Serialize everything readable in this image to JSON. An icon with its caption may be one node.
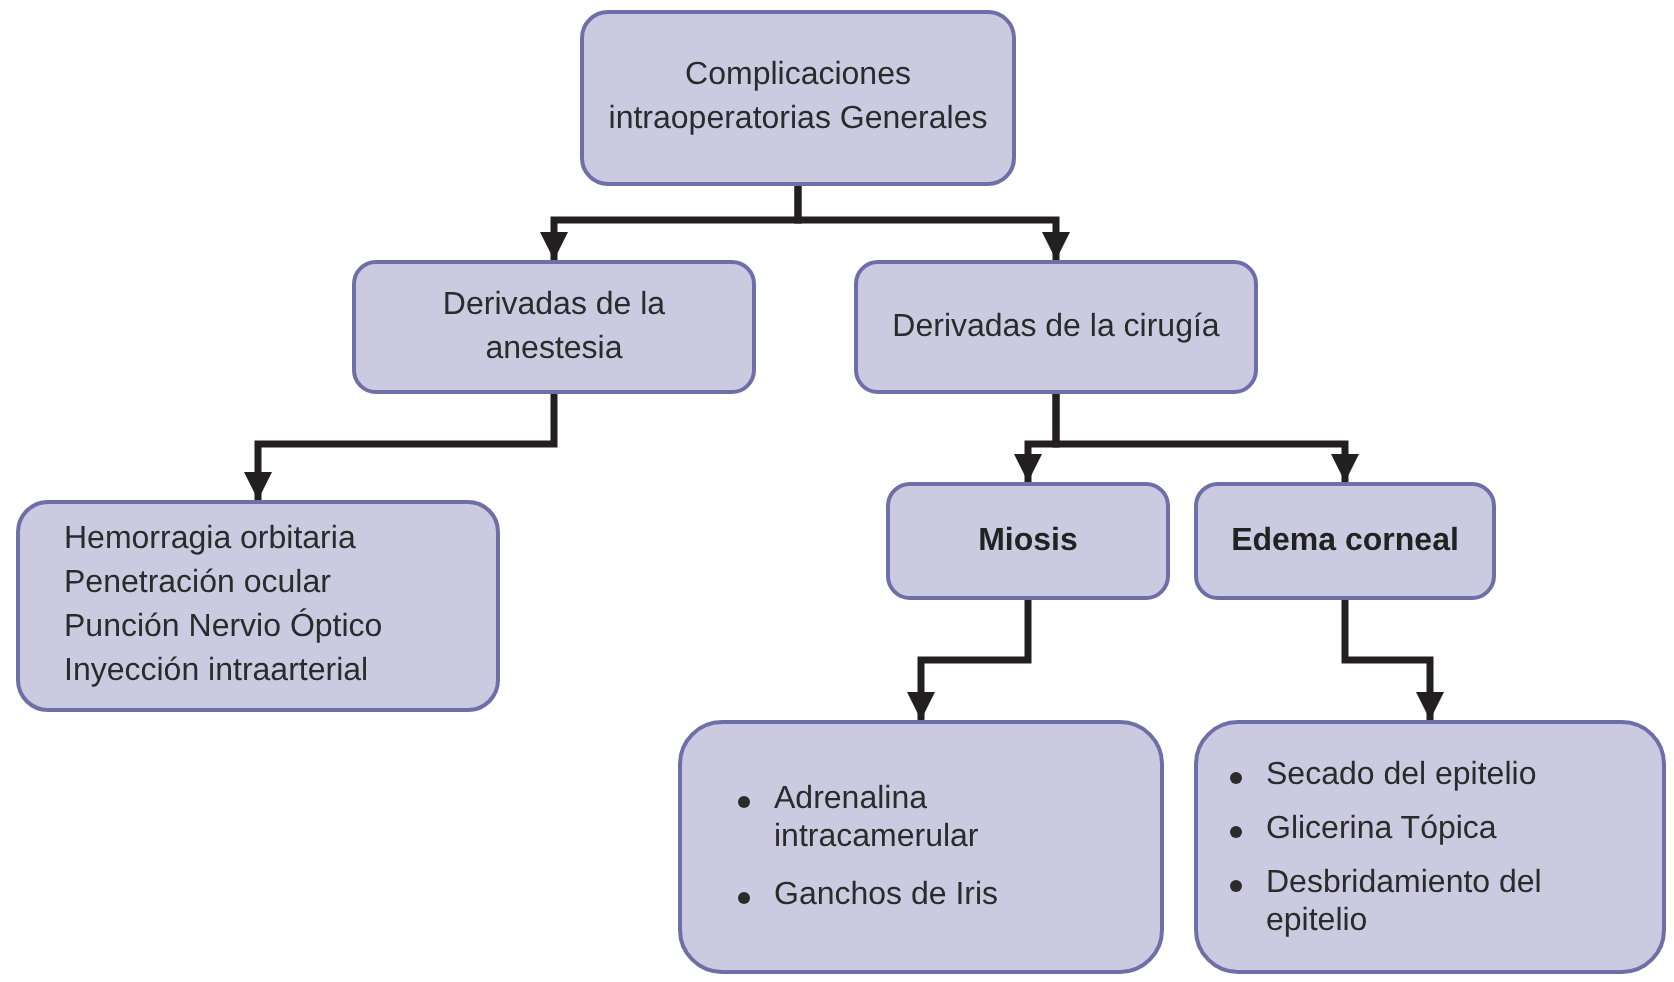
{
  "diagram": {
    "nodes": [
      {
        "text": [
          "Complicaciones intraoperatorias Generales"
        ]
      },
      {
        "text": [
          "Derivadas de la anestesia"
        ]
      },
      {
        "text": [
          "Derivadas de la cirugía"
        ]
      },
      {
        "text": [
          "Hemorragia orbitaria",
          "Penetración ocular",
          "Punción Nervio Óptico",
          "Inyección intraarterial"
        ]
      },
      {
        "text": [
          "Miosis"
        ]
      },
      {
        "text": [
          "Edema corneal"
        ]
      },
      {
        "text": [
          "Adrenalina intracamerular",
          "Ganchos de Iris"
        ]
      },
      {
        "text": [
          "Secado del epitelio",
          "Glicerina Tópica",
          "Desbridamiento del epitelio"
        ]
      }
    ],
    "edges": [
      {
        "from": 0,
        "to": 1,
        "arrow": "to"
      },
      {
        "from": 0,
        "to": 2,
        "arrow": "to"
      },
      {
        "from": 1,
        "to": 3,
        "arrow": "to"
      },
      {
        "from": 2,
        "to": 4,
        "arrow": "to"
      },
      {
        "from": 2,
        "to": 5,
        "arrow": "to"
      },
      {
        "from": 4,
        "to": 6,
        "arrow": "to"
      },
      {
        "from": 5,
        "to": 7,
        "arrow": "to"
      }
    ]
  }
}
